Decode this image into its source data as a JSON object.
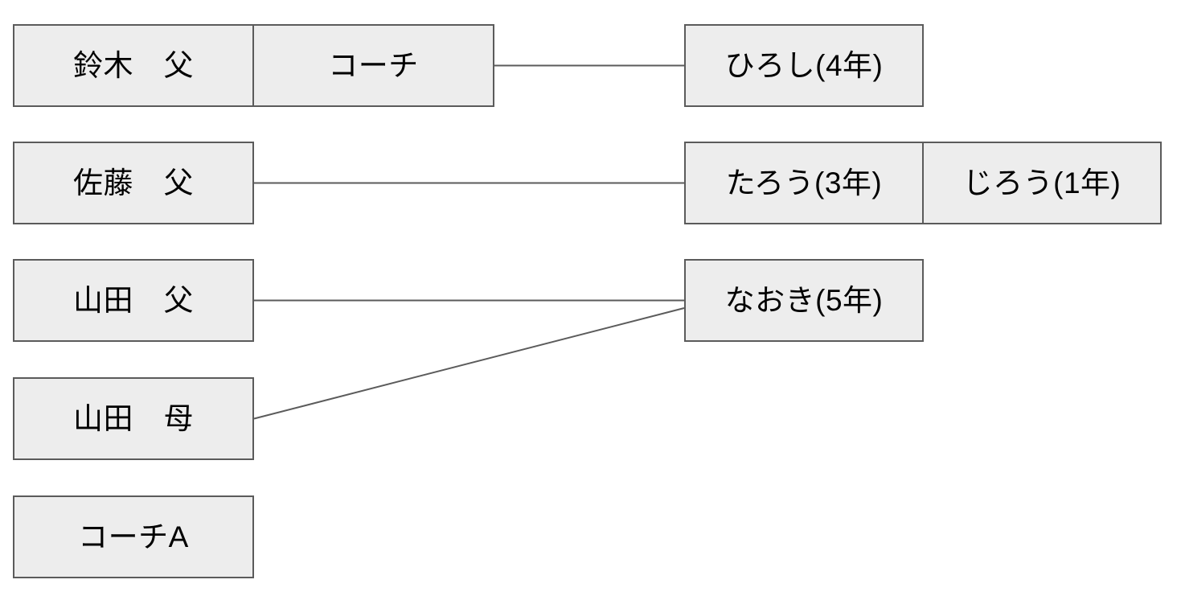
{
  "colors": {
    "background": "#ffffff",
    "box_fill": "#ededed",
    "box_border": "#5b5b5b",
    "line": "#5b5b5b",
    "text": "#000000"
  },
  "nodes": {
    "suzuki_father": {
      "label": "鈴木　父"
    },
    "coach_role": {
      "label": "コーチ"
    },
    "hiroshi": {
      "label": "ひろし(4年)"
    },
    "sato_father": {
      "label": "佐藤　父"
    },
    "tarou": {
      "label": "たろう(3年)"
    },
    "jirou": {
      "label": "じろう(1年)"
    },
    "yamada_father": {
      "label": "山田　父"
    },
    "naoki": {
      "label": "なおき(5年)"
    },
    "yamada_mother": {
      "label": "山田　母"
    },
    "coach_a": {
      "label": "コーチA"
    }
  },
  "edges": [
    {
      "from": "coach_role",
      "to": "hiroshi",
      "type": "horizontal"
    },
    {
      "from": "sato_father",
      "to": "tarou",
      "type": "horizontal"
    },
    {
      "from": "yamada_father",
      "to": "naoki",
      "type": "horizontal"
    },
    {
      "from": "yamada_mother",
      "to": "naoki",
      "type": "diagonal"
    }
  ]
}
